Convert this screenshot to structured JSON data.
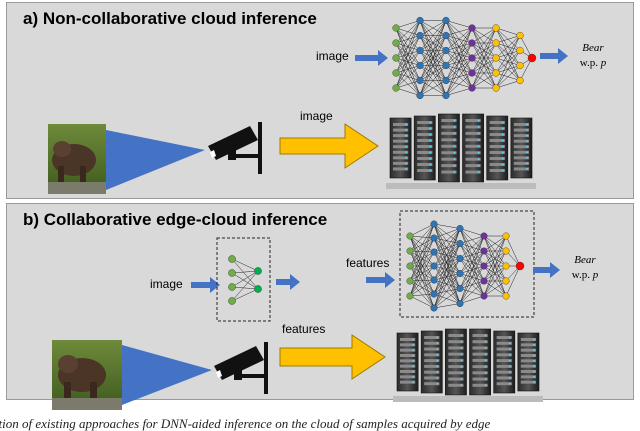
{
  "panel_a": {
    "title": "a) Non-collaborative cloud inference",
    "input_label": "image",
    "transmit_label": "image",
    "output_class": "Bear",
    "output_prob": "w.p. p"
  },
  "panel_b": {
    "title": "b) Collaborative edge-cloud inference",
    "input_label": "image",
    "features_label": "features",
    "transmit_label": "features",
    "output_class": "Bear",
    "output_prob": "w.p. p"
  },
  "caption": "ation of existing approaches for DNN-aided inference on the cloud of samples acquired by edge",
  "colors": {
    "arrow_blue": "#4472c4",
    "arrow_yellow": "#ffc000",
    "beam": "#4472c4",
    "node_green": "#70ad47",
    "node_blue": "#2e75b6",
    "node_purple": "#7030a0",
    "node_yellow": "#ffc000",
    "node_red": "#ff0000"
  }
}
